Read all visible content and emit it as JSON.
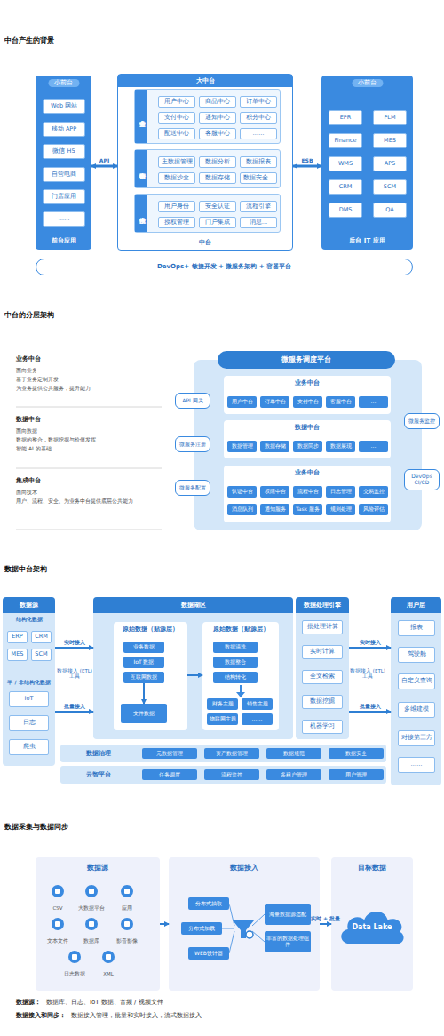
{
  "diagram": {
    "title": "中台产生的背景",
    "nodes": [
      {
        "text": [
          "小前台",
          "前台应用"
        ]
      },
      {
        "text": [
          "Web 网站"
        ],
        "in": 0
      },
      {
        "text": [
          "移动 APP"
        ],
        "in": 0
      },
      {
        "text": [
          "微信 H5"
        ],
        "in": 0
      },
      {
        "text": [
          "自营电商"
        ],
        "in": 0
      },
      {
        "text": [
          "门店应用"
        ],
        "in": 0
      },
      {
        "text": [
          "……"
        ],
        "in": 0
      },
      {
        "text": [
          "大中台",
          "中台"
        ]
      },
      {
        "text": [
          "业务中台"
        ],
        "in": 7
      },
      {
        "text": [
          "用户中心"
        ],
        "in": 8
      },
      {
        "text": [
          "商品中心"
        ],
        "in": 8
      },
      {
        "text": [
          "订单中心"
        ],
        "in": 8
      },
      {
        "text": [
          "支付中心"
        ],
        "in": 8
      },
      {
        "text": [
          "通知中心"
        ],
        "in": 8
      },
      {
        "text": [
          "积分中心"
        ],
        "in": 8
      },
      {
        "text": [
          "配送中心"
        ],
        "in": 8
      },
      {
        "text": [
          "客服中心"
        ],
        "in": 8
      },
      {
        "text": [
          "……"
        ],
        "in": 8
      },
      {
        "text": [
          "数据中台"
        ],
        "in": 7
      },
      {
        "text": [
          "主数据管理"
        ],
        "in": 18
      },
      {
        "text": [
          "数据分析"
        ],
        "in": 18
      },
      {
        "text": [
          "数据报表"
        ],
        "in": 18
      },
      {
        "text": [
          "数据沙盒"
        ],
        "in": 18
      },
      {
        "text": [
          "数据存储"
        ],
        "in": 18
      },
      {
        "text": [
          "数据安全…"
        ],
        "in": 18
      },
      {
        "text": [
          "技术中台"
        ],
        "in": 7
      },
      {
        "text": [
          "用户身份"
        ],
        "in": 25
      },
      {
        "text": [
          "安全认证"
        ],
        "in": 25
      },
      {
        "text": [
          "流程引擎"
        ],
        "in": 25
      },
      {
        "text": [
          "授权管理"
        ],
        "in": 25
      },
      {
        "text": [
          "门户集成"
        ],
        "in": 25
      },
      {
        "text": [
          "消息…"
        ],
        "in": 25
      },
      {
        "text": [
          "小前台",
          "后台 IT 应用"
        ]
      },
      {
        "text": [
          "EPR"
        ],
        "in": 32
      },
      {
        "text": [
          "PLM"
        ],
        "in": 32
      },
      {
        "text": [
          "Finance"
        ],
        "in": 32
      },
      {
        "text": [
          "MES"
        ],
        "in": 32
      },
      {
        "text": [
          "WMS"
        ],
        "in": 32
      },
      {
        "text": [
          "APS"
        ],
        "in": 32
      },
      {
        "text": [
          "CRM"
        ],
        "in": 32
      },
      {
        "text": [
          "SCM"
        ],
        "in": 32
      },
      {
        "text": [
          "DMS"
        ],
        "in": 32
      },
      {
        "text": [
          "QA"
        ],
        "in": 32
      },
      {
        "text": [
          "DevOps+ 敏捷开发 + 微服务架构 + 容器平台"
        ]
      },
      {
        "text": [
          "微服务调度平台"
        ]
      },
      {
        "text": [
          "业务中台"
        ],
        "in": 44
      },
      {
        "text": [
          "用户中台"
        ],
        "in": 45
      },
      {
        "text": [
          "订单中台"
        ],
        "in": 45
      },
      {
        "text": [
          "支付中台"
        ],
        "in": 45
      },
      {
        "text": [
          "客服中台"
        ],
        "in": 45
      },
      {
        "text": [
          "…"
        ],
        "in": 45
      },
      {
        "text": [
          "数据中台"
        ],
        "in": 44
      },
      {
        "text": [
          "数据管理"
        ],
        "in": 51
      },
      {
        "text": [
          "数据存储"
        ],
        "in": 51
      },
      {
        "text": [
          "数据同步"
        ],
        "in": 51
      },
      {
        "text": [
          "数据展现"
        ],
        "in": 51
      },
      {
        "text": [
          "…"
        ],
        "in": 51
      },
      {
        "text": [
          "业务中台"
        ],
        "in": 44
      },
      {
        "text": [
          "认证中台"
        ],
        "in": 57
      },
      {
        "text": [
          "权限中台"
        ],
        "in": 57
      },
      {
        "text": [
          "流程中台"
        ],
        "in": 57
      },
      {
        "text": [
          "日志管理"
        ],
        "in": 57
      },
      {
        "text": [
          "交易监控"
        ],
        "in": 57
      },
      {
        "text": [
          "消息队列"
        ],
        "in": 57
      },
      {
        "text": [
          "通知服务"
        ],
        "in": 57
      },
      {
        "text": [
          "Task 服务"
        ],
        "in": 57
      },
      {
        "text": [
          "规则处理"
        ],
        "in": 57
      },
      {
        "text": [
          "风险评估"
        ],
        "in": 57
      },
      {
        "text": [
          "API 网关"
        ]
      },
      {
        "text": [
          "微服务注册"
        ]
      },
      {
        "text": [
          "微服务配置"
        ]
      },
      {
        "text": [
          "微服务监控"
        ]
      },
      {
        "text": [
          "DevOps CI/CD"
        ]
      },
      {
        "text": [
          "数据源",
          "结构化数据",
          "半 / 非结构化数据"
        ]
      },
      {
        "text": [
          "ERP"
        ],
        "in": 73
      },
      {
        "text": [
          "CRM"
        ],
        "in": 73
      },
      {
        "text": [
          "MES"
        ],
        "in": 73
      },
      {
        "text": [
          "SCM"
        ],
        "in": 73
      },
      {
        "text": [
          "IoT"
        ],
        "in": 73
      },
      {
        "text": [
          "日志"
        ],
        "in": 73
      },
      {
        "text": [
          "爬虫"
        ],
        "in": 73
      },
      {
        "text": [
          "数据湖区"
        ]
      },
      {
        "text": [
          "原始数据（贴源层）"
        ],
        "in": 81
      },
      {
        "text": [
          "业务数据"
        ],
        "in": 82
      },
      {
        "text": [
          "IoT 数据"
        ],
        "in": 82
      },
      {
        "text": [
          "互联网数据"
        ],
        "in": 82
      },
      {
        "text": [
          "文件数据"
        ],
        "in": 82
      },
      {
        "text": [
          "原始数据（贴源层）"
        ],
        "in": 81
      },
      {
        "text": [
          "数据清洗"
        ],
        "in": 87
      },
      {
        "text": [
          "数据整合"
        ],
        "in": 87
      },
      {
        "text": [
          "结构转化"
        ],
        "in": 87
      },
      {
        "text": [
          "财务主题"
        ],
        "in": 87
      },
      {
        "text": [
          "销售主题"
        ],
        "in": 87
      },
      {
        "text": [
          "物联网主题"
        ],
        "in": 87
      },
      {
        "text": [
          "……"
        ],
        "in": 87
      },
      {
        "text": [
          "数据处理引擎"
        ]
      },
      {
        "text": [
          "批处理计算"
        ],
        "in": 95
      },
      {
        "text": [
          "实时计算"
        ],
        "in": 95
      },
      {
        "text": [
          "全文检索"
        ],
        "in": 95
      },
      {
        "text": [
          "数据挖掘"
        ],
        "in": 95
      },
      {
        "text": [
          "机器学习"
        ],
        "in": 95
      },
      {
        "text": [
          "用户层"
        ]
      },
      {
        "text": [
          "报表"
        ],
        "in": 101
      },
      {
        "text": [
          "驾驶舱"
        ],
        "in": 101
      },
      {
        "text": [
          "自定义查询"
        ],
        "in": 101
      },
      {
        "text": [
          "多维建模"
        ],
        "in": 101
      },
      {
        "text": [
          "对接第三方"
        ],
        "in": 101
      },
      {
        "text": [
          "……"
        ],
        "in": 101
      },
      {
        "text": [
          "数据治理"
        ]
      },
      {
        "text": [
          "元数据管理"
        ],
        "in": 108
      },
      {
        "text": [
          "资产数据管理"
        ],
        "in": 108
      },
      {
        "text": [
          "数据规范"
        ],
        "in": 108
      },
      {
        "text": [
          "数据安全"
        ],
        "in": 108
      },
      {
        "text": [
          "云智平台"
        ]
      },
      {
        "text": [
          "任务调度"
        ],
        "in": 113
      },
      {
        "text": [
          "流程监控"
        ],
        "in": 113
      },
      {
        "text": [
          "多租户管理"
        ],
        "in": 113
      },
      {
        "text": [
          "用户管理"
        ],
        "in": 113
      },
      {
        "text": [
          "数据源"
        ]
      },
      {
        "text": [
          "CSV"
        ],
        "in": 118
      },
      {
        "text": [
          "大数据平台"
        ],
        "in": 118
      },
      {
        "text": [
          "应用"
        ],
        "in": 118
      },
      {
        "text": [
          "文本文件"
        ],
        "in": 118
      },
      {
        "text": [
          "数据库"
        ],
        "in": 118
      },
      {
        "text": [
          "影音影像"
        ],
        "in": 118
      },
      {
        "text": [
          "日志数据"
        ],
        "in": 118
      },
      {
        "text": [
          "XML"
        ],
        "in": 118
      },
      {
        "text": [
          "数据接入"
        ]
      },
      {
        "text": [
          "分布式抽取"
        ],
        "in": 127
      },
      {
        "text": [
          "分布式加载"
        ],
        "in": 127
      },
      {
        "text": [
          "WEB设计器"
        ],
        "in": 127
      },
      {
        "text": [
          "海量数据源适配"
        ],
        "in": 127
      },
      {
        "text": [
          "丰富的数据处理组件"
        ],
        "in": 127
      },
      {
        "text": [
          "目标数据"
        ]
      },
      {
        "text": [
          "Data Lake"
        ],
        "in": 133
      }
    ],
    "edges": [
      {
        "from": 0,
        "to": 7,
        "label": "API",
        "arrow": "both"
      },
      {
        "from": 7,
        "to": 32,
        "label": "ESB",
        "arrow": "both"
      },
      {
        "from": 73,
        "to": 81,
        "label": "实时接入",
        "arrow": "to"
      },
      {
        "from": 73,
        "to": 81,
        "label": "批量接入",
        "arrow": "to"
      },
      {
        "from": 82,
        "to": 87,
        "arrow": "to"
      },
      {
        "from": 85,
        "to": 86,
        "arrow": "to"
      },
      {
        "from": 95,
        "to": 101,
        "label": "实时接入",
        "arrow": "to"
      },
      {
        "from": 95,
        "to": 101,
        "label": "批量接入",
        "arrow": "to"
      },
      {
        "from": 118,
        "to": 127,
        "arrow": "to"
      },
      {
        "from": 127,
        "to": 133,
        "label": "实时 + 批量",
        "arrow": "to"
      }
    ],
    "labels": [
      "中台的分层架构",
      "业务中台",
      "面向业务",
      "基于业务定制开发",
      "为业务提供公共服务，提升能力",
      "数据中台",
      "面向数据",
      "数据的整合，数据挖掘与价值发挥",
      "智能 AI 的基础",
      "集成中台",
      "面向技术",
      "用户、流程、安全、为业务中台提供底层公共能力",
      "数据中台架构",
      "数据接入 (ETL) 工具",
      "数据接入 (ETL) 工具",
      "数据采集与数据同步",
      "数据源：",
      "数据库、日志、IoT 数据、音频 / 视频文件",
      "数据接入和同步：",
      "数据接入管理，批量和实时接入，流式数据接入"
    ]
  }
}
